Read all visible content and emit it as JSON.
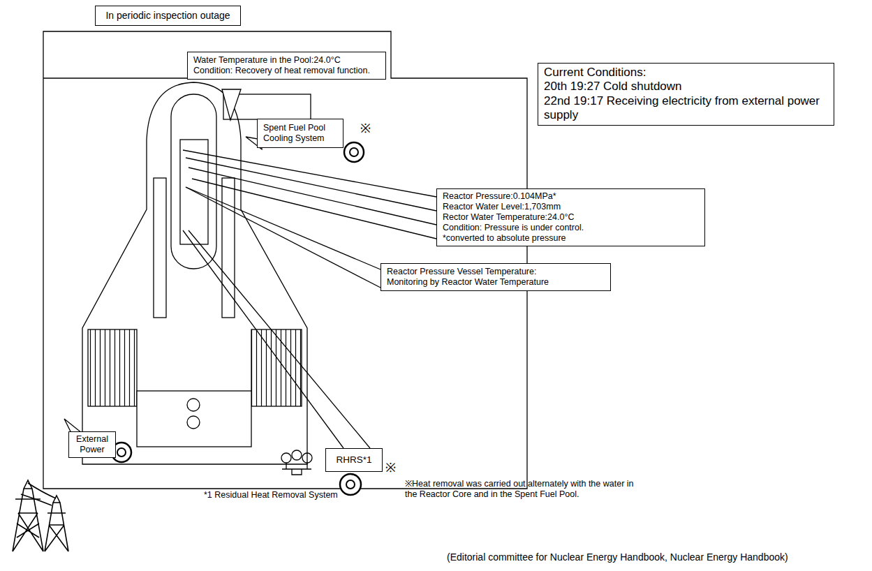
{
  "diagram": {
    "caption": "(Editorial committee for Nuclear Energy Handbook, Nuclear Energy Handbook)",
    "nodes": [
      {
        "text": [
          "In periodic inspection outage"
        ]
      },
      {
        "text": [
          "Water Temperature in the Pool:24.0°C",
          "Condition: Recovery of heat removal function."
        ]
      },
      {
        "text": [
          "Current Conditions:",
          "20th 19:27 Cold shutdown",
          "22nd 19:17 Receiving electricity from external power supply"
        ]
      },
      {
        "text": [
          "Spent Fuel Pool Cooling System"
        ]
      },
      {
        "text": [
          "Reactor Pressure:0.104MPa*",
          "Reactor Water Level:1,703mm",
          "Rector Water Temperature:24.0°C",
          "Condition: Pressure is under control.",
          "*converted to absolute pressure"
        ]
      },
      {
        "text": [
          "Reactor Pressure Vessel Temperature:",
          "Monitoring by Reactor Water Temperature"
        ]
      },
      {
        "text": [
          "External Power"
        ]
      },
      {
        "text": [
          "RHRS*1"
        ]
      }
    ],
    "labels": [
      "※",
      "※",
      "*1 Residual Heat Removal System",
      "※Heat removal was carried out alternately with the water in the Reactor Core and in the Spent Fuel Pool."
    ]
  }
}
